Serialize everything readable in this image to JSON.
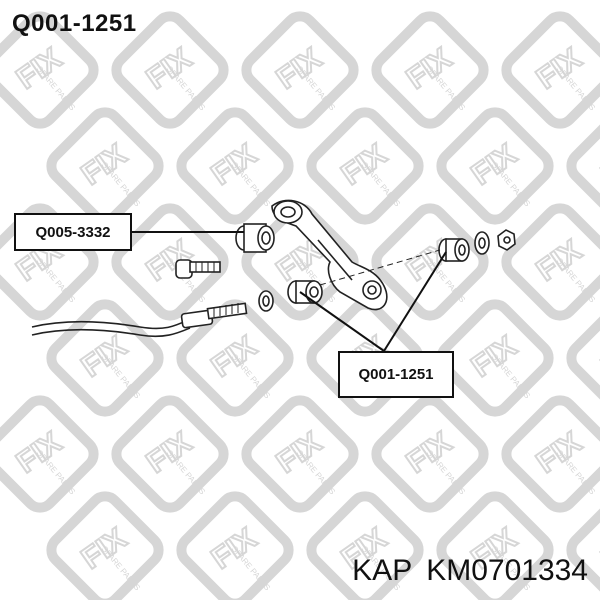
{
  "header": {
    "part_number": "Q001-1251"
  },
  "watermark": {
    "brand": "FIX",
    "tagline": "SPARE PARTS",
    "color": "#d6d6d6"
  },
  "callouts": {
    "left": {
      "label": "Q005-3332"
    },
    "right": {
      "label": "Q001-1251"
    }
  },
  "footer": {
    "brand": "KAP",
    "part_number": "KM0701334"
  },
  "colors": {
    "ink": "#111111",
    "background": "#ffffff"
  }
}
